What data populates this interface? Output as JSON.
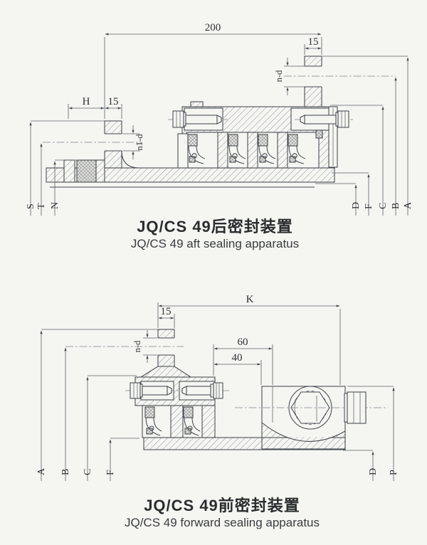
{
  "palette": {
    "paper": "#f5f5f2",
    "line": "#45494e",
    "dim_line": "#5b5f65",
    "centerline": "#7d838b",
    "title_text": "#2a2c2e"
  },
  "aft": {
    "title_zh": "JQ/CS 49后密封装置",
    "title_en": "JQ/CS 49 aft sealing apparatus",
    "dim_200": "200",
    "dim_15_right": "15",
    "dim_nd": "n-d",
    "dim_H": "H",
    "dim_15_left": "15",
    "dim_n1d": "n1-d",
    "left_labels": [
      "S",
      "T",
      "N"
    ],
    "right_labels": [
      "D",
      "F",
      "C",
      "B",
      "A"
    ]
  },
  "forward": {
    "title_zh": "JQ/CS 49前密封装置",
    "title_en": "JQ/CS 49 forward sealing apparatus",
    "dim_K": "K",
    "dim_15": "15",
    "dim_nd": "n-d",
    "dim_60": "60",
    "dim_40": "40",
    "left_labels": [
      "A",
      "B",
      "C",
      "F"
    ],
    "right_labels": [
      "D",
      "P"
    ]
  }
}
